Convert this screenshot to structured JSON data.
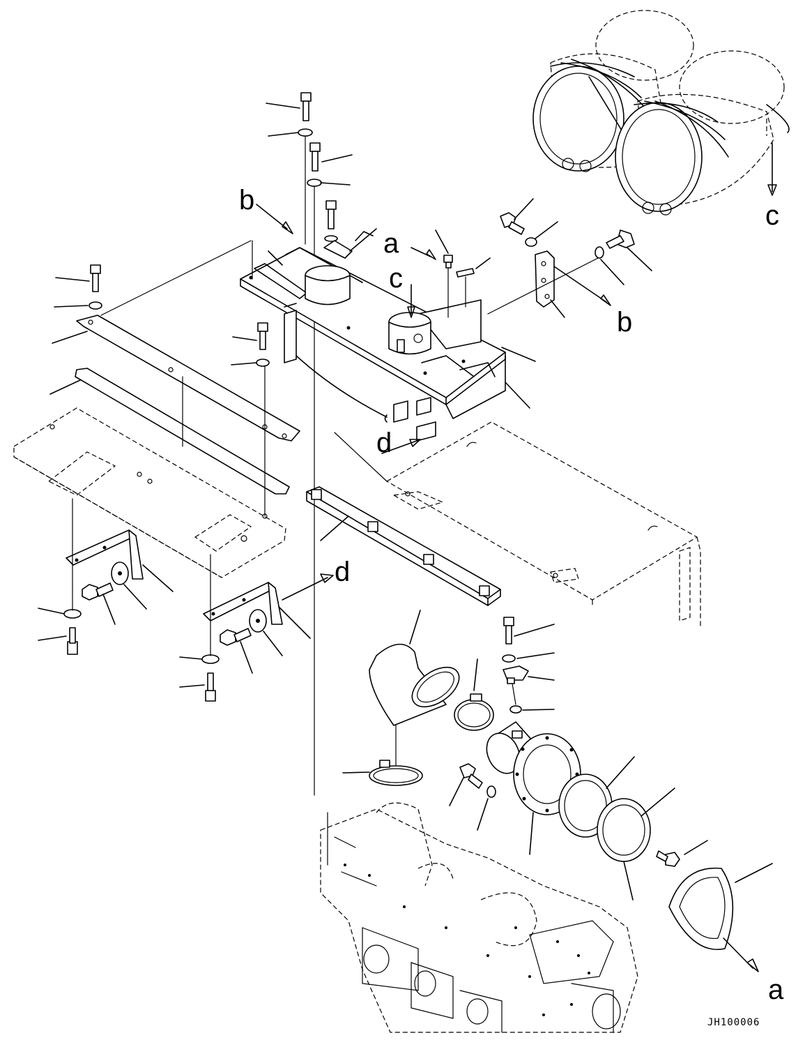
{
  "drawing": {
    "code": "JH100006"
  },
  "callouts": {
    "a": "a",
    "b": "b",
    "c": "c",
    "d": "d"
  }
}
